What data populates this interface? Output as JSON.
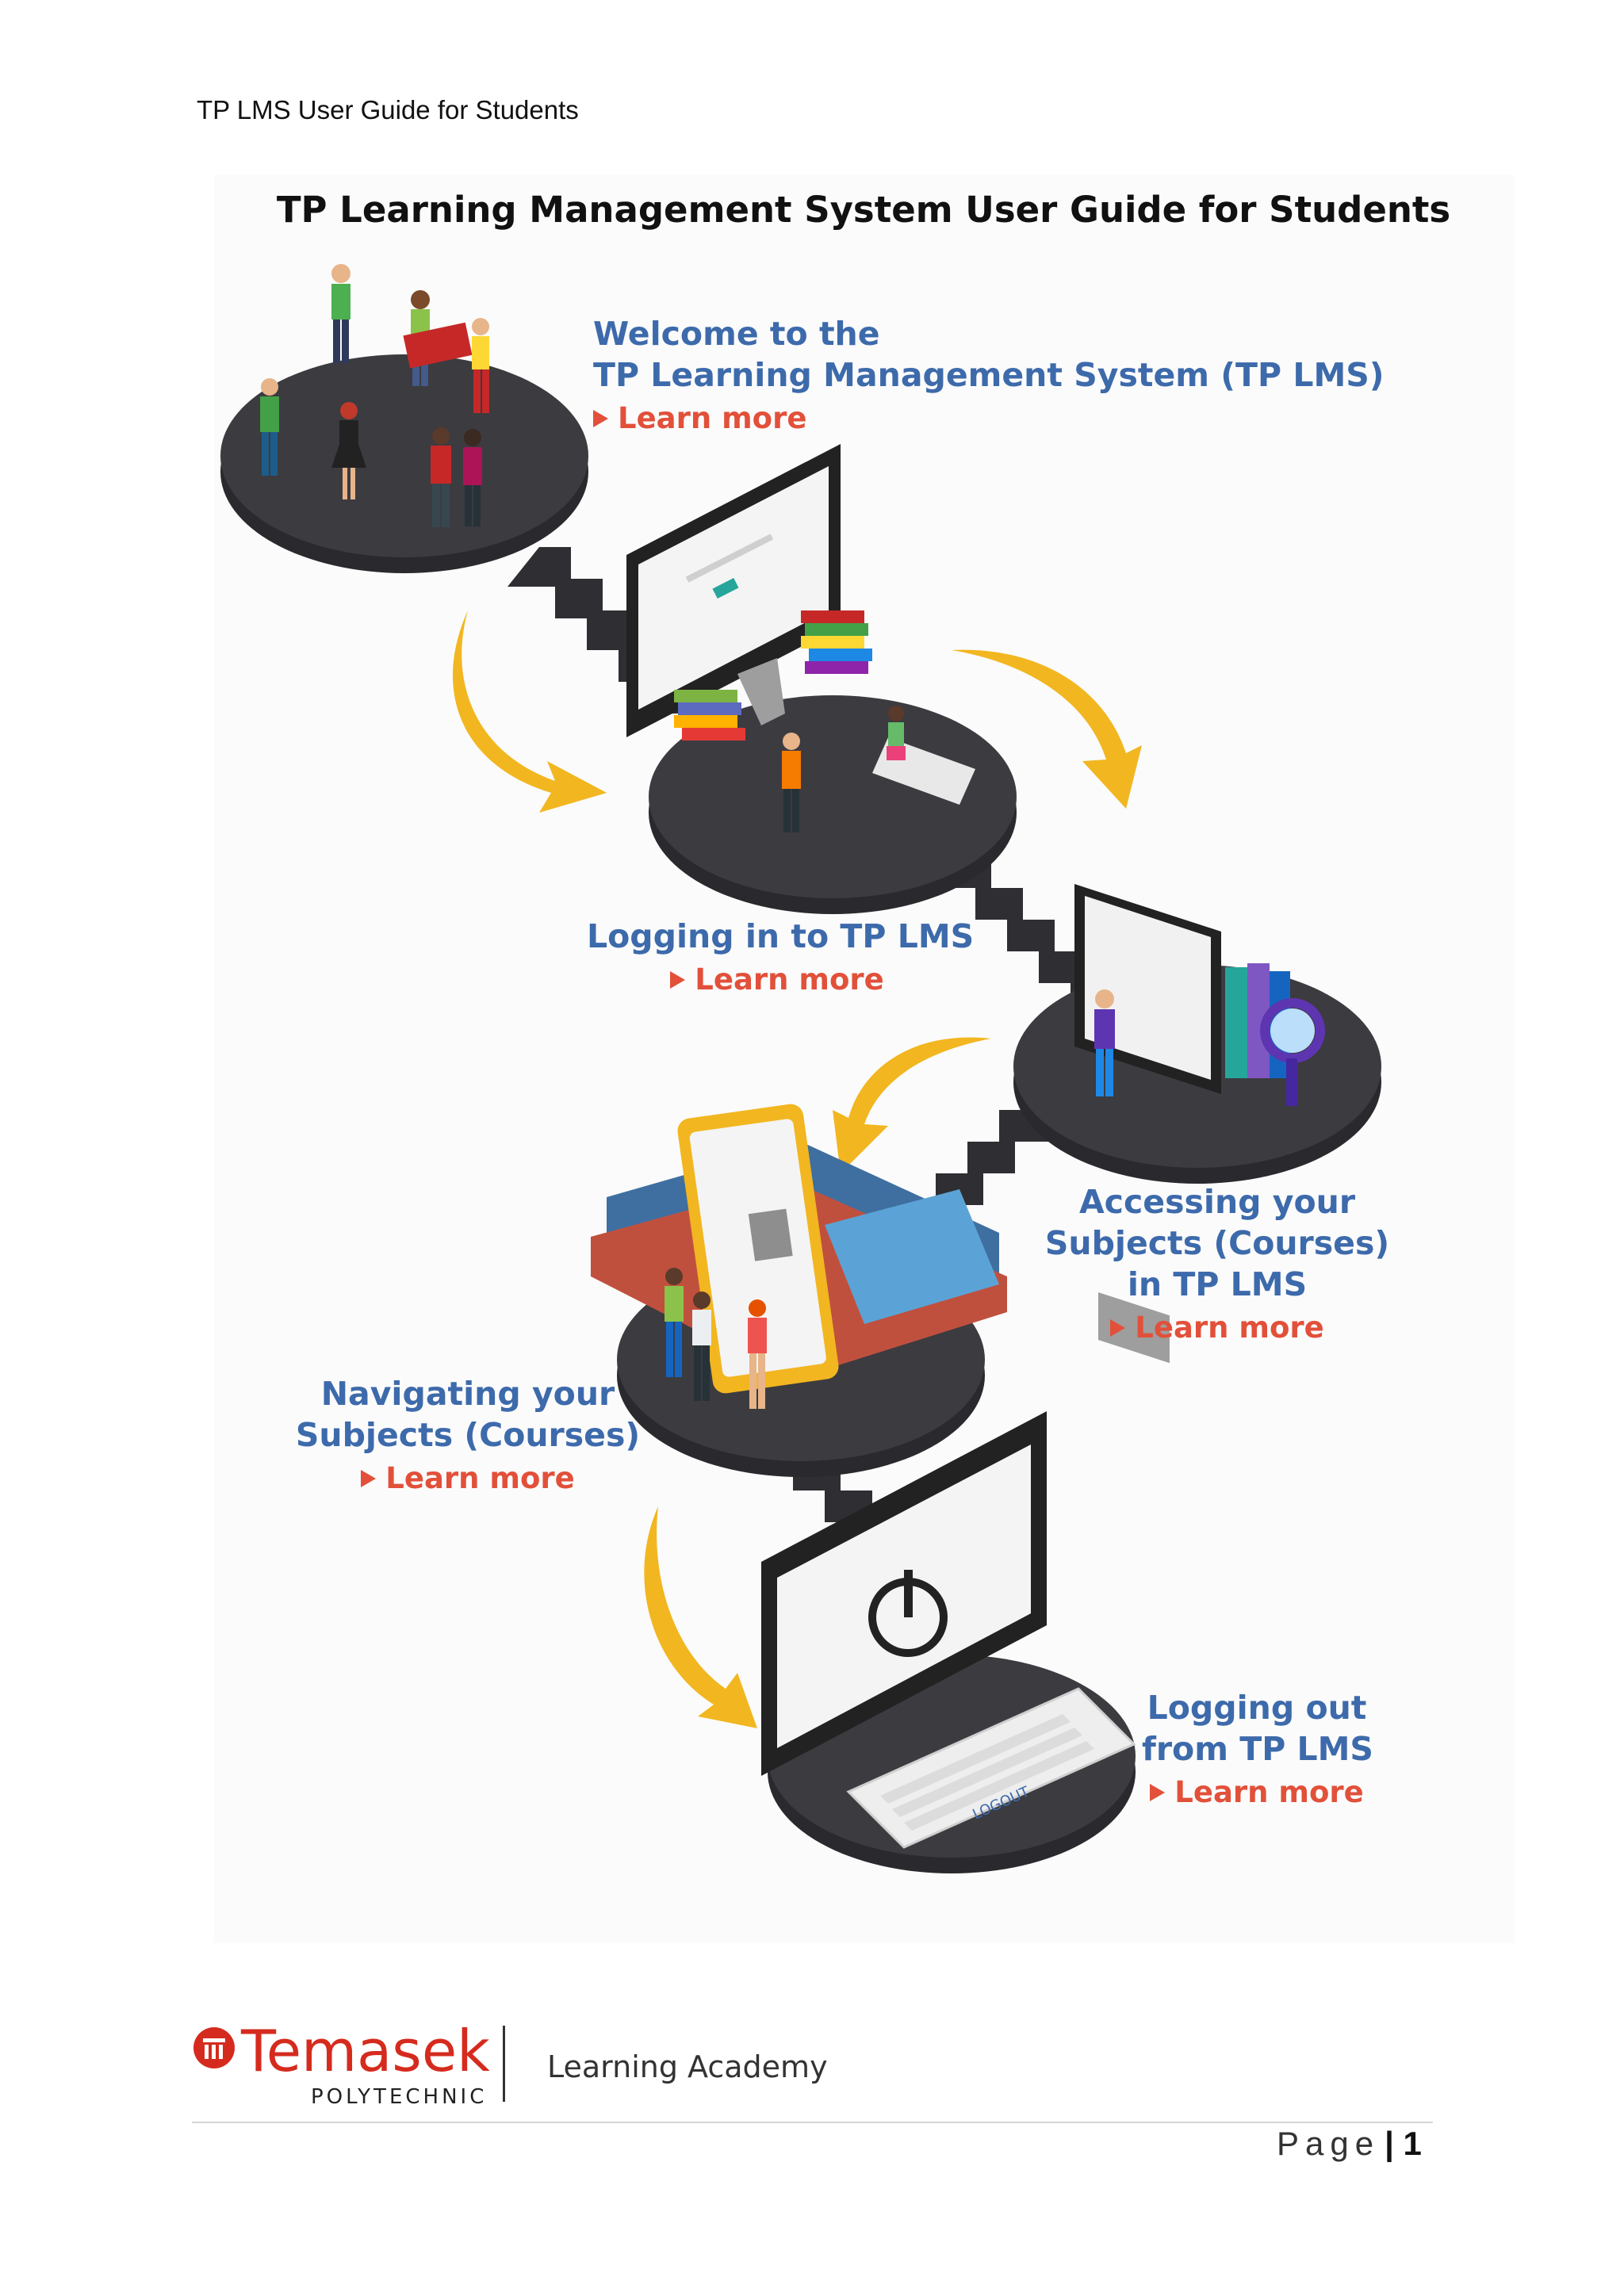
{
  "header": {
    "text": "TP LMS User Guide for Students"
  },
  "title": "TP Learning Management System User Guide for Students",
  "steps": [
    {
      "lines": [
        "Welcome to the",
        "TP Learning Management System (TP LMS)"
      ],
      "link": "Learn more"
    },
    {
      "lines": [
        "Logging in to TP LMS"
      ],
      "link": "Learn more"
    },
    {
      "lines": [
        "Accessing your",
        "Subjects (Courses)",
        "in TP LMS"
      ],
      "link": "Learn more"
    },
    {
      "lines": [
        "Navigating your",
        "Subjects (Courses)"
      ],
      "link": "Learn more"
    },
    {
      "lines": [
        "Logging out",
        "from TP LMS"
      ],
      "link": "Learn more"
    }
  ],
  "illustration": {
    "keyboard_key_label": "LOGOUT"
  },
  "footer": {
    "logo_word": "Temasek",
    "logo_sub": "POLYTECHNIC",
    "academy": "Learning Academy",
    "page_label": "Page",
    "page_number": "1"
  },
  "colors": {
    "title_blue": "#3d6aab",
    "link_red": "#e2503a",
    "arrow_yellow": "#f2b620",
    "platform": "#3c3b40",
    "logo_red": "#d52b1e"
  }
}
